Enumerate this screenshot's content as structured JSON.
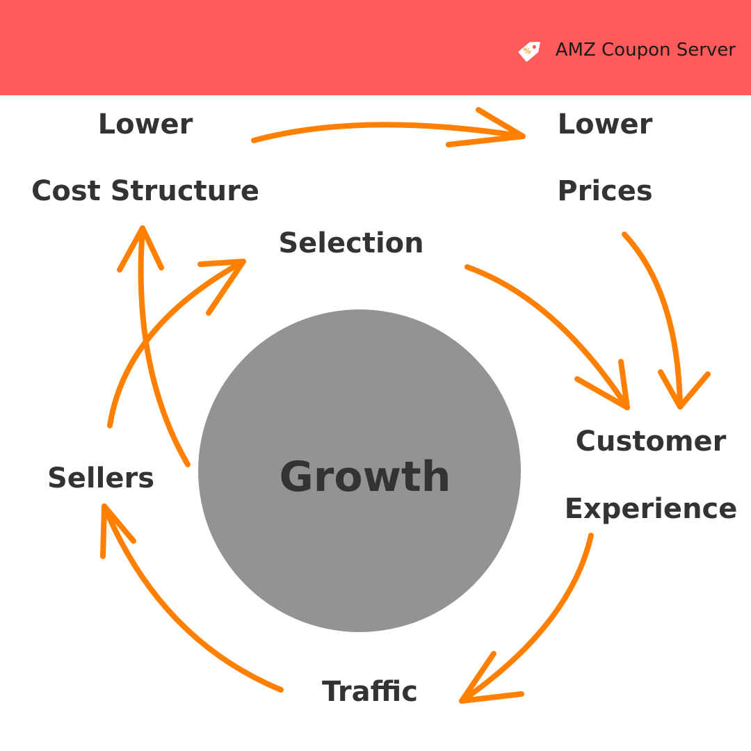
{
  "header": {
    "brand_name": "AMZ Coupon Server",
    "brand_icon": "price-tag-icon",
    "background_color": "#ff5b5b"
  },
  "diagram": {
    "center": {
      "label": "Growth",
      "color": "#939393"
    },
    "nodes": {
      "lower_cost_structure": {
        "line1": "Lower",
        "line2": "Cost Structure"
      },
      "lower_prices": {
        "line1": "Lower",
        "line2": "Prices"
      },
      "selection": {
        "label": "Selection"
      },
      "customer_experience": {
        "line1": "Customer",
        "line2": "Experience"
      },
      "traffic": {
        "label": "Traffic"
      },
      "sellers": {
        "label": "Sellers"
      }
    },
    "arrow_color": "#ff8000",
    "text_color": "#333333"
  }
}
